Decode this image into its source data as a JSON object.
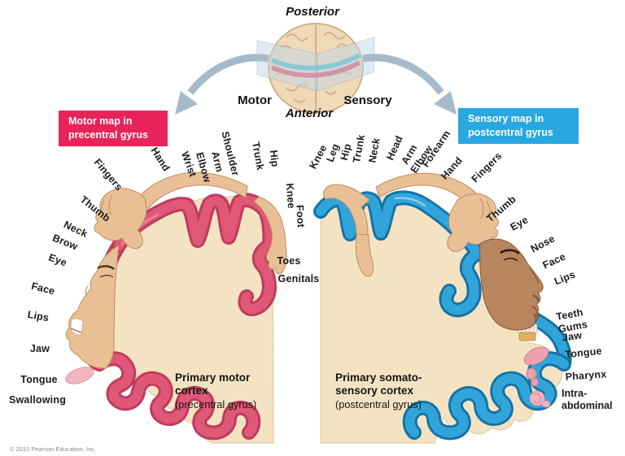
{
  "figure": {
    "orientation": {
      "posterior": "Posterior",
      "anterior": "Anterior",
      "motor": "Motor",
      "sensory": "Sensory"
    },
    "legend_boxes": {
      "motor": {
        "text": "Motor map in\nprecentral gyrus",
        "color": "#e8235a"
      },
      "sensory": {
        "text": "Sensory map in\npostcentral gyrus",
        "color": "#29a7e0"
      }
    },
    "motor_map": {
      "caption_bold": "Primary motor\ncortex",
      "caption_normal": "(precentral gyrus)",
      "arc_labels": [
        "Fingers",
        "Hand",
        "Wrist",
        "Elbow",
        "Arm",
        "Shoulder",
        "Trunk",
        "Hip",
        "Knee",
        "Foot",
        "Toes",
        "Genitals"
      ],
      "side_labels": [
        "Thumb",
        "Neck",
        "Brow",
        "Eye",
        "Face",
        "Lips",
        "Jaw",
        "Tongue",
        "Swallowing"
      ]
    },
    "sensory_map": {
      "caption_bold": "Primary somato-\nsensory cortex",
      "caption_normal": "(postcentral gyrus)",
      "arc_labels": [
        "Knee",
        "Leg",
        "Hip",
        "Trunk",
        "Neck",
        "Head",
        "Arm",
        "Elbow",
        "Forearm",
        "Hand",
        "Fingers"
      ],
      "side_labels": [
        "Thumb",
        "Eye",
        "Nose",
        "Face",
        "Lips",
        "Teeth",
        "Gums",
        "Jaw",
        "Tongue",
        "Pharynx",
        "Intra-\nabdominal"
      ]
    },
    "copyright": "© 2013 Pearson Education, Inc.",
    "colors": {
      "motor_cortex": "#e05878",
      "sensory_cortex": "#31a5da",
      "brain_tissue": "#f4e3c3",
      "motor_box": "#e8235a",
      "sensory_box": "#29a7e0"
    }
  }
}
